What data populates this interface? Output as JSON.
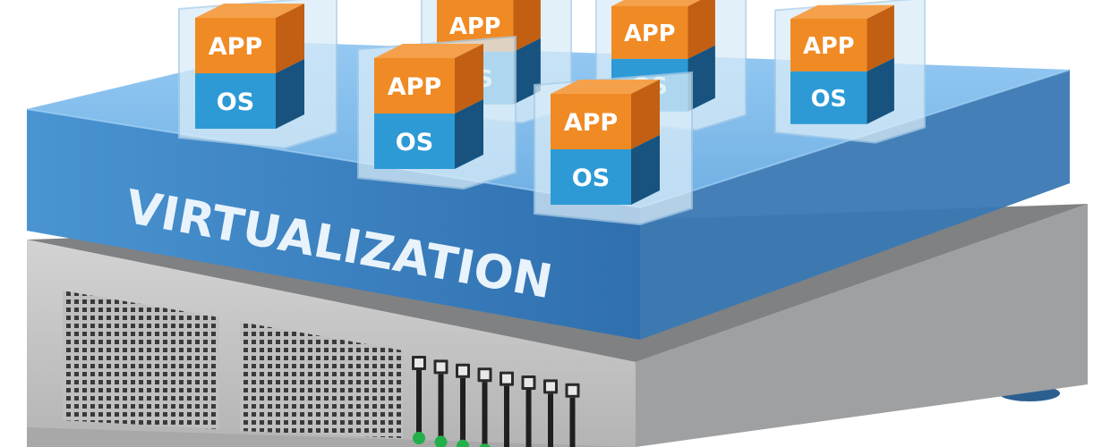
{
  "layer": {
    "label": "VIRTUALIZATION"
  },
  "vms": [
    {
      "app": "APP",
      "os": "OS"
    },
    {
      "app": "APP",
      "os": "OS"
    },
    {
      "app": "APP",
      "os": "OS"
    },
    {
      "app": "APP",
      "os": "OS"
    },
    {
      "app": "APP",
      "os": "OS"
    },
    {
      "app": "APP",
      "os": "OS"
    }
  ],
  "server": {
    "drive_bays": 8,
    "active_drive_leds": 4
  },
  "colors": {
    "app_front": "#f08a24",
    "app_side": "#c25f12",
    "os_front": "#2d9ad6",
    "os_side": "#17537e",
    "virtualization_top": "#6fb1e6",
    "virtualization_front": "#3e86c6",
    "chassis_top": "#8e9092",
    "chassis_front": "#c6c6c6",
    "led_active": "#22b04a"
  }
}
